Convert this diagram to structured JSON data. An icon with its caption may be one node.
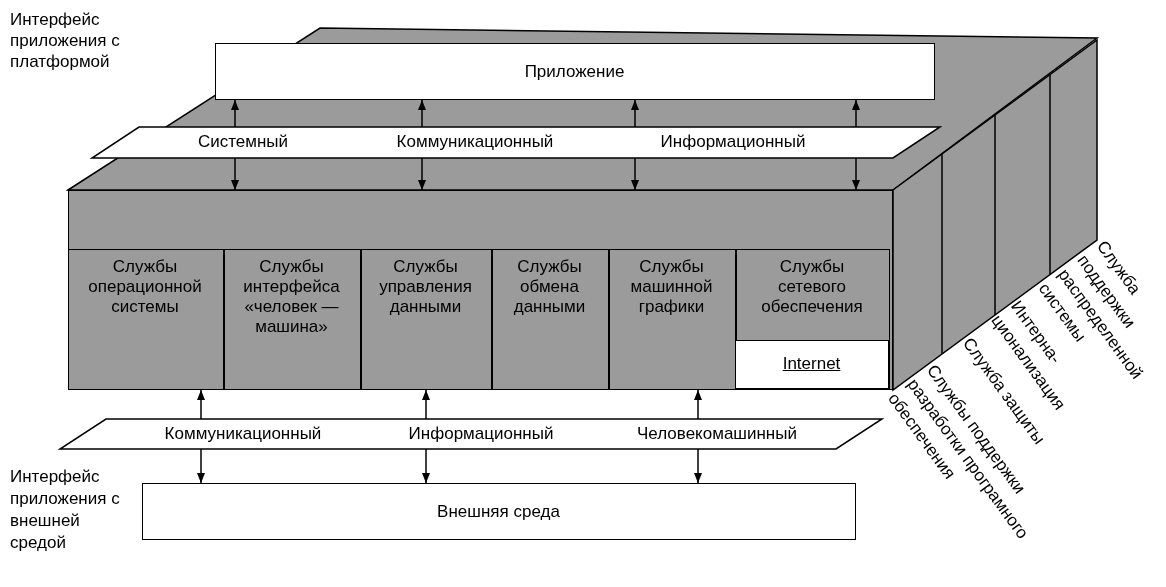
{
  "diagram": {
    "nodes": [
      {
        "text": [
          "Приложение"
        ]
      },
      {
        "text": [
          "Системный",
          "Коммуникационный",
          "Информационный"
        ]
      },
      {
        "text": [],
        "shape": "box"
      },
      {
        "text": [
          "Службы операционной системы"
        ],
        "in": 2
      },
      {
        "text": [
          "Службы интерфейса «человек — машина»"
        ],
        "in": 2
      },
      {
        "text": [
          "Службы управления данными"
        ],
        "in": 2
      },
      {
        "text": [
          "Службы обмена данными"
        ],
        "in": 2
      },
      {
        "text": [
          "Службы машинной графики"
        ],
        "in": 2
      },
      {
        "text": [
          "Службы сетевого обеспечения"
        ],
        "in": 2
      },
      {
        "text": [
          "Internet"
        ],
        "in": 8
      },
      {
        "text": [
          "Коммуникационный",
          "Информационный",
          "Человекомашинный"
        ]
      },
      {
        "text": [
          "Внешняя среда"
        ]
      }
    ],
    "edges": [
      {
        "from": 1,
        "to": 0,
        "arrow": "to"
      },
      {
        "from": 1,
        "to": 0,
        "arrow": "to"
      },
      {
        "from": 1,
        "to": 0,
        "arrow": "to"
      },
      {
        "from": 1,
        "to": 0,
        "arrow": "to"
      },
      {
        "from": 1,
        "to": 2,
        "arrow": "to"
      },
      {
        "from": 1,
        "to": 2,
        "arrow": "to"
      },
      {
        "from": 1,
        "to": 2,
        "arrow": "to"
      },
      {
        "from": 1,
        "to": 2,
        "arrow": "to"
      },
      {
        "from": 10,
        "to": 3,
        "arrow": "to"
      },
      {
        "from": 10,
        "to": 5,
        "arrow": "to"
      },
      {
        "from": 10,
        "to": 7,
        "arrow": "to"
      },
      {
        "from": 10,
        "to": 11,
        "arrow": "to"
      },
      {
        "from": 10,
        "to": 11,
        "arrow": "to"
      },
      {
        "from": 10,
        "to": 11,
        "arrow": "to"
      }
    ],
    "labels": [
      "Интерфейс приложения с платформой",
      "Интерфейс приложения с внешней средой",
      "Служба поддержки распределенной системы",
      "Интерна- ционализация",
      "Служба защиты",
      "Службы поддержки разработки програмного обеспечения"
    ]
  }
}
